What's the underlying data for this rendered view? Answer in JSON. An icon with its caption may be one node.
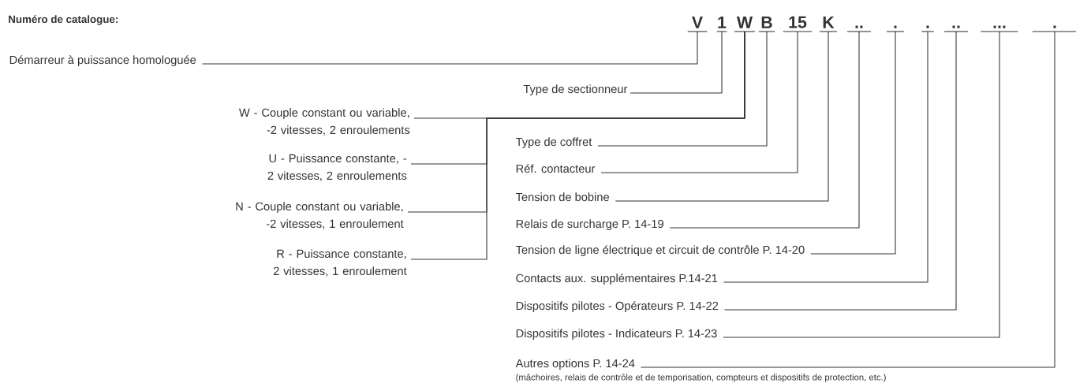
{
  "diagram": {
    "title": "Numéro de catalogue:",
    "nodes": [
      {
        "text": [
          "V"
        ]
      },
      {
        "text": [
          "1"
        ]
      },
      {
        "text": [
          "W"
        ]
      },
      {
        "text": [
          "B"
        ]
      },
      {
        "text": [
          "15"
        ]
      },
      {
        "text": [
          "K"
        ]
      },
      {
        "text": [
          ".."
        ]
      },
      {
        "text": [
          "."
        ]
      },
      {
        "text": [
          "."
        ]
      },
      {
        "text": [
          ".."
        ]
      },
      {
        "text": [
          "..."
        ]
      },
      {
        "text": [
          "."
        ]
      },
      {
        "text": [
          "Démarreur à puissance homologuée"
        ]
      },
      {
        "text": [
          "Type de sectionneur"
        ]
      },
      {
        "text": [
          "W - Couple constant ou variable, -2 vitesses, 2 enroulements"
        ]
      },
      {
        "text": [
          "U - Puissance constante, -2 vitesses, 2 enroulements"
        ]
      },
      {
        "text": [
          "N - Couple constant ou variable, -2 vitesses, 1 enroulement"
        ]
      },
      {
        "text": [
          "R - Puissance constante, 2 vitesses, 1 enroulement"
        ]
      },
      {
        "text": [
          "Type de coffret"
        ]
      },
      {
        "text": [
          "Réf. contacteur"
        ]
      },
      {
        "text": [
          "Tension de bobine"
        ]
      },
      {
        "text": [
          "Relais de surcharge P. 14-19"
        ]
      },
      {
        "text": [
          "Tension de ligne électrique et circuit de contrôle P. 14-20"
        ]
      },
      {
        "text": [
          "Contacts aux. supplémentaires P.14-21"
        ]
      },
      {
        "text": [
          "Dispositifs pilotes - Opérateurs P. 14-22"
        ]
      },
      {
        "text": [
          "Dispositifs pilotes - Indicateurs P. 14-23"
        ]
      },
      {
        "text": [
          "Autres options P. 14-24",
          "(mâchoires, relais de contrôle et de temporisation, compteurs et dispositifs de protection, etc.)"
        ]
      }
    ],
    "edges": [
      {
        "from": 12,
        "to": 0,
        "arrow": "none"
      },
      {
        "from": 13,
        "to": 1,
        "arrow": "none"
      },
      {
        "from": 14,
        "to": 2,
        "arrow": "none"
      },
      {
        "from": 15,
        "to": 2,
        "arrow": "none"
      },
      {
        "from": 16,
        "to": 2,
        "arrow": "none"
      },
      {
        "from": 17,
        "to": 2,
        "arrow": "none"
      },
      {
        "from": 18,
        "to": 3,
        "arrow": "none"
      },
      {
        "from": 19,
        "to": 4,
        "arrow": "none"
      },
      {
        "from": 20,
        "to": 5,
        "arrow": "none"
      },
      {
        "from": 21,
        "to": 6,
        "arrow": "none"
      },
      {
        "from": 22,
        "to": 7,
        "arrow": "none"
      },
      {
        "from": 23,
        "to": 8,
        "arrow": "none"
      },
      {
        "from": 24,
        "to": 9,
        "arrow": "none"
      },
      {
        "from": 25,
        "to": 10,
        "arrow": "none"
      },
      {
        "from": 26,
        "to": 11,
        "arrow": "none"
      }
    ]
  }
}
